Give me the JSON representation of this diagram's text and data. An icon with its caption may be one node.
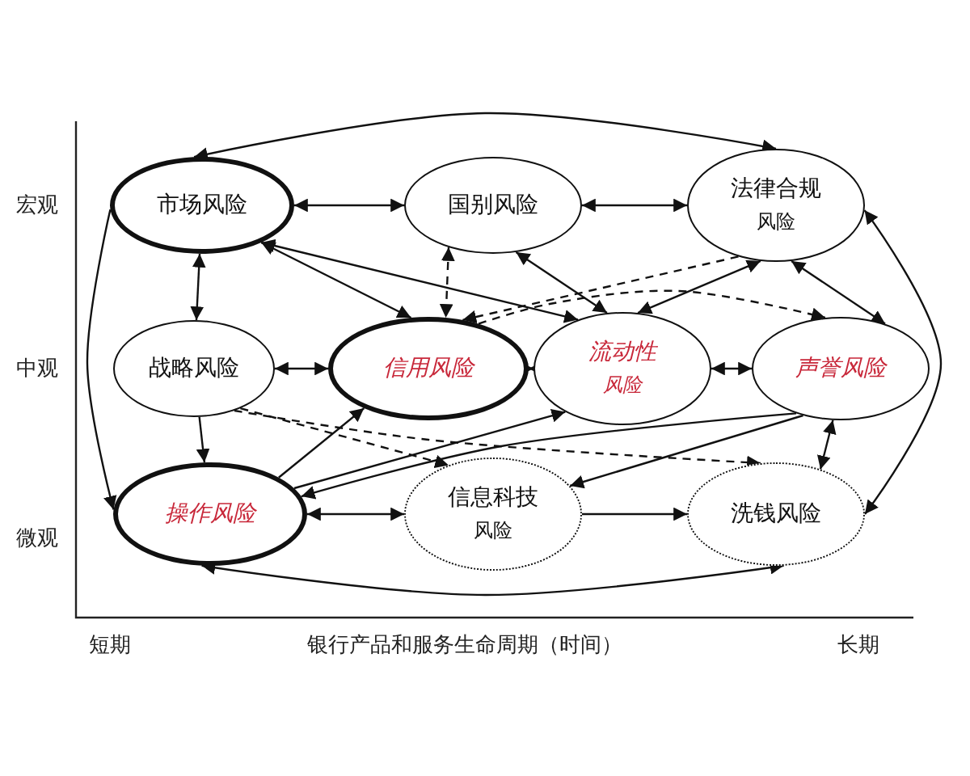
{
  "diagram": {
    "nodes": [
      {
        "text": [
          "市场风险"
        ]
      },
      {
        "text": [
          "国别风险"
        ]
      },
      {
        "text": [
          "法律合规",
          "风险"
        ]
      },
      {
        "text": [
          "战略风险"
        ]
      },
      {
        "text": [
          "信用风险"
        ]
      },
      {
        "text": [
          "流动性",
          "风险"
        ]
      },
      {
        "text": [
          "声誉风险"
        ]
      },
      {
        "text": [
          "操作风险"
        ]
      },
      {
        "text": [
          "信息科技",
          "风险"
        ]
      },
      {
        "text": [
          "洗钱风险"
        ]
      }
    ],
    "edges": [
      {
        "from": 0,
        "to": 1,
        "arrow": "both"
      },
      {
        "from": 1,
        "to": 2,
        "arrow": "both"
      },
      {
        "from": 0,
        "to": 3,
        "arrow": "both"
      },
      {
        "from": 3,
        "to": 4,
        "arrow": "both"
      },
      {
        "from": 4,
        "to": 5,
        "arrow": "both"
      },
      {
        "from": 5,
        "to": 6,
        "arrow": "both"
      },
      {
        "from": 3,
        "to": 7,
        "arrow": "to"
      },
      {
        "from": 7,
        "to": 8,
        "arrow": "both"
      },
      {
        "from": 8,
        "to": 9,
        "arrow": "to"
      },
      {
        "from": 0,
        "to": 2,
        "arrow": "both"
      },
      {
        "from": 0,
        "to": 7,
        "arrow": "to"
      },
      {
        "from": 2,
        "to": 9,
        "arrow": "both"
      },
      {
        "from": 7,
        "to": 9,
        "arrow": "both"
      },
      {
        "from": 0,
        "to": 4,
        "arrow": "both"
      },
      {
        "from": 0,
        "to": 5,
        "arrow": "both"
      },
      {
        "from": 1,
        "to": 4,
        "arrow": "both",
        "style": "dashed"
      },
      {
        "from": 2,
        "to": 4,
        "arrow": "to",
        "style": "dashed"
      },
      {
        "from": 1,
        "to": 5,
        "arrow": "both"
      },
      {
        "from": 2,
        "to": 5,
        "arrow": "both"
      },
      {
        "from": 2,
        "to": 6,
        "arrow": "both"
      },
      {
        "from": 4,
        "to": 6,
        "arrow": "to",
        "style": "dashed"
      },
      {
        "from": 3,
        "to": 8,
        "arrow": "to",
        "style": "dashed"
      },
      {
        "from": 3,
        "to": 9,
        "arrow": "to",
        "style": "dashed"
      },
      {
        "from": 7,
        "to": 4,
        "arrow": "to"
      },
      {
        "from": 7,
        "to": 5,
        "arrow": "to"
      },
      {
        "from": 6,
        "to": 7,
        "arrow": "to"
      },
      {
        "from": 6,
        "to": 8,
        "arrow": "to"
      },
      {
        "from": 6,
        "to": 9,
        "arrow": "both"
      }
    ],
    "labels": [
      "宏观",
      "中观",
      "微观",
      "短期",
      "银行产品和服务生命周期（时间）",
      "长期"
    ]
  }
}
